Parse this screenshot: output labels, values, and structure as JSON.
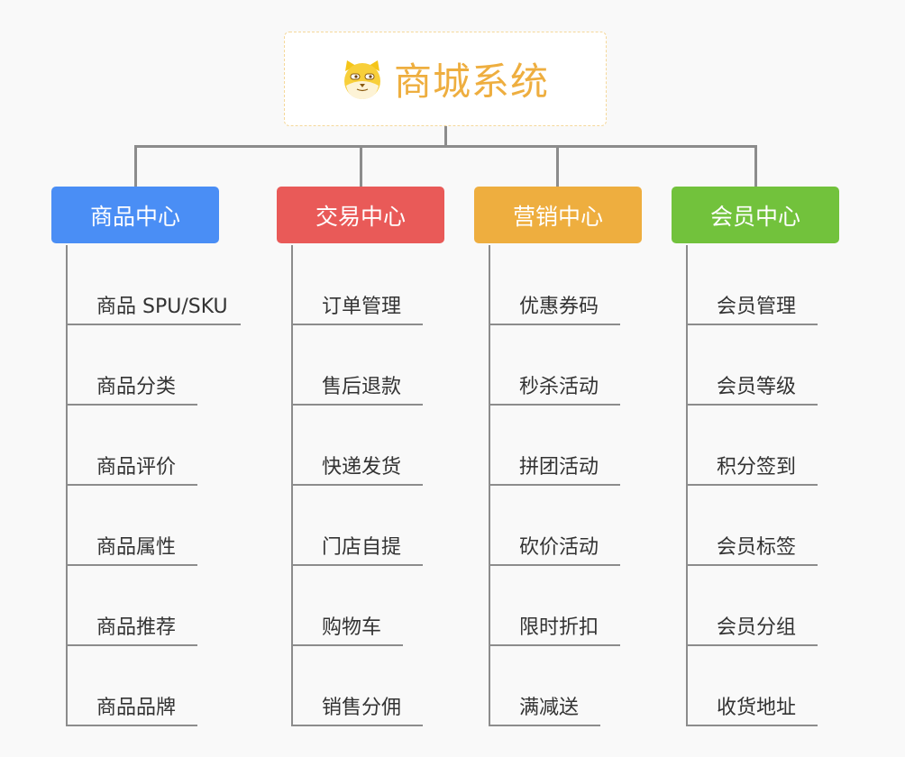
{
  "root": {
    "title": "商城系统",
    "icon": "shiba-dog-logo-icon"
  },
  "colors": {
    "title": "#eeae3f",
    "line": "#8c8c8c"
  },
  "centers": [
    {
      "label": "商品中心",
      "color": "#4a8ef5",
      "items": [
        "商品 SPU/SKU",
        "商品分类",
        "商品评价",
        "商品属性",
        "商品推荐",
        "商品品牌"
      ]
    },
    {
      "label": "交易中心",
      "color": "#e95a58",
      "items": [
        "订单管理",
        "售后退款",
        "快递发货",
        "门店自提",
        "购物车",
        "销售分佣"
      ]
    },
    {
      "label": "营销中心",
      "color": "#eeae3f",
      "items": [
        "优惠券码",
        "秒杀活动",
        "拼团活动",
        "砍价活动",
        "限时折扣",
        "满减送"
      ]
    },
    {
      "label": "会员中心",
      "color": "#72c23c",
      "items": [
        "会员管理",
        "会员等级",
        "积分签到",
        "会员标签",
        "会员分组",
        "收货地址"
      ]
    }
  ]
}
